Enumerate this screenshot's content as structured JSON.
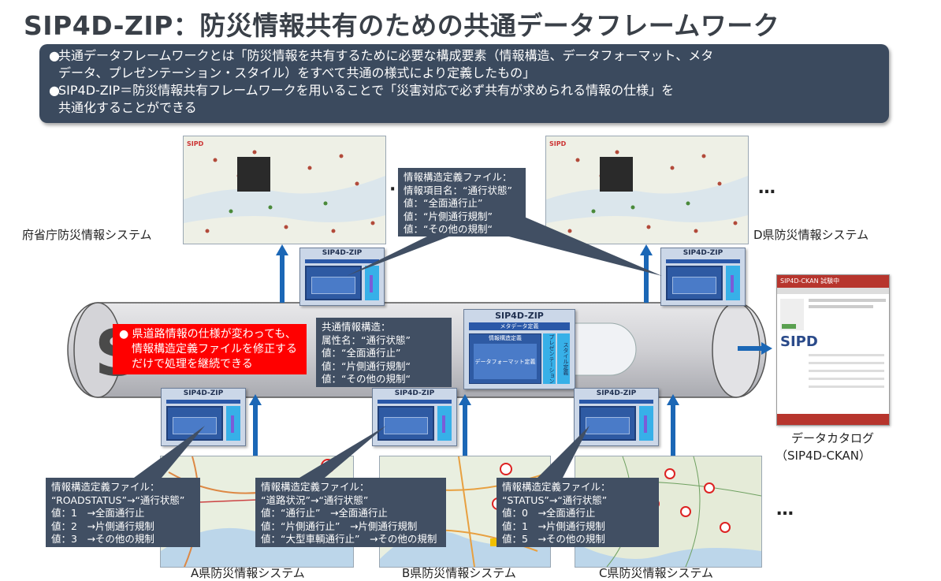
{
  "title": "SIP4D-ZIP：防災情報共有のための共通データフレームワーク",
  "summary": {
    "line1": "共通データフレームワークとは「防災情報を共有するために必要な構成要素（情報構造、データフォーマット、メタ",
    "line1b": "データ、プレゼンテーション・スタイル）をすべて共通の様式により定義したもの」",
    "line2": "SIP4D-ZIP＝防災情報共有フレームワークを用いることで「災害対応で必ず共有が求められる情報の仕様」を",
    "line2b": "共通化することができる",
    "bullet": "●"
  },
  "systems": {
    "fusho": "府省庁防災情報システム",
    "d": "D県防災情報システム",
    "a": "A県防災情報システム",
    "b": "B県防災情報システム",
    "c": "C県防災情報システム",
    "catalog1": "データカタログ",
    "catalog2": "（SIP4D-CKAN）",
    "ellipsis": "…"
  },
  "zip_label": "SIP4D-ZIP",
  "top_callout": [
    "情報構造定義ファイル：",
    "情報項目名：“通行状態”",
    "値：“全面通行止”",
    "値：“片側通行規制”",
    "値：“その他の規制“"
  ],
  "center_callout": [
    "共通情報構造：",
    "属性名：“通行状態”",
    "値：“全面通行止”",
    "値：“片側通行規制“",
    "値：“その他の規制“"
  ],
  "center_zip": {
    "title": "SIP4D-ZIP",
    "meta": "メタデータ定義",
    "struct": "情報構造定義",
    "format": "データフォーマット定義",
    "side1": "プレゼンテーション",
    "side2": "スタイル定義"
  },
  "red_note": {
    "bullet": "●",
    "line1": "県道路情報の仕様が変わっても、",
    "line2": "情報構造定義ファイルを修正する",
    "line3": "だけで処理を継続できる"
  },
  "callout_a": [
    "情報構造定義ファイル：",
    "“ROADSTATUS”→“通行状態”",
    "値：1　→全面通行止",
    "値：2　→片側通行規制",
    "値：3　→その他の規制"
  ],
  "callout_b": [
    "情報構造定義ファイル：",
    "“道路状況”→“通行状態”",
    "値：“通行止”　→全面通行止",
    "値：“片側通行止”　→片側通行規制",
    "値：“大型車輌通行止”　→その他の規制"
  ],
  "callout_c": [
    "情報構造定義ファイル：",
    "“STATUS”→“通行状態”",
    "値：0　→全面通行止",
    "値：1　→片側通行規制",
    "値：5　→その他の規制"
  ],
  "ckan": {
    "header": "SIP4D-CKAN 試験中",
    "logo": "SIPD"
  },
  "map_logo": "SIPD",
  "colors": {
    "navy": "#3b4a5e",
    "arrow": "#1b67b6",
    "red": "#ff0000",
    "callout": "#414f63"
  }
}
